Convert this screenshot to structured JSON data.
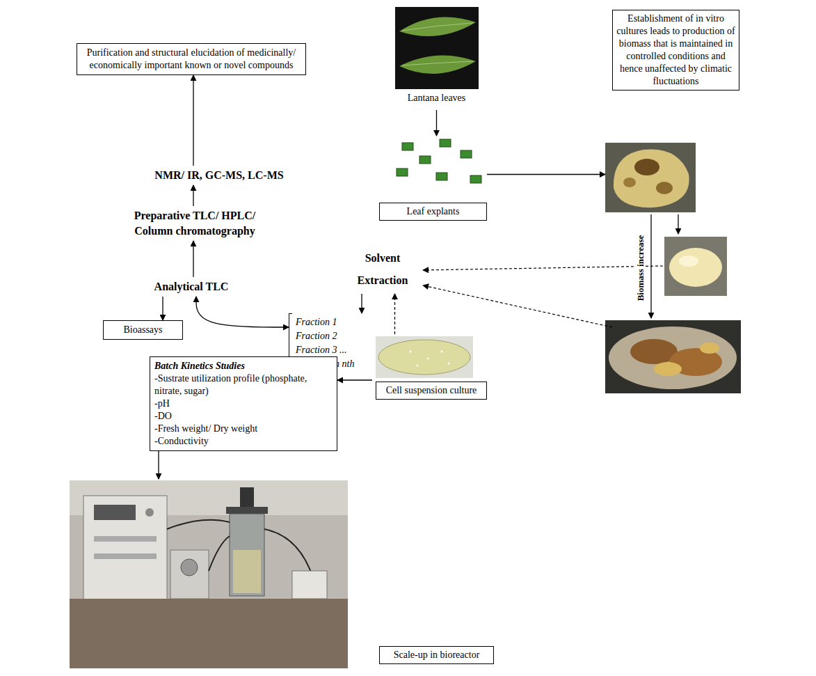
{
  "diagram": {
    "nodes": [
      {
        "text": [
          "Purification and structural elucidation of medicinally/ economically important known or novel compounds"
        ]
      },
      {
        "text": [
          "Lantana leaves"
        ]
      },
      {
        "text": [
          "Establishment of in vitro cultures leads to production of biomass that is maintained in controlled conditions and hence unaffected by climatic fluctuations"
        ]
      },
      {
        "text": [
          "NMR/ IR, GC-MS, LC-MS"
        ]
      },
      {
        "text": [
          "Leaf explants"
        ]
      },
      {
        "text": [
          "Preparative TLC/ HPLC/ Column chromatography"
        ]
      },
      {
        "text": [
          "Solvent Extraction"
        ]
      },
      {
        "text": [
          "Analytical TLC"
        ]
      },
      {
        "text": [
          "Bioassays"
        ]
      },
      {
        "text": [
          "Fraction 1",
          "Fraction 2",
          "Fraction 3 ...",
          "... Fraction nth"
        ]
      },
      {
        "text": [
          "Batch Kinetics Studies",
          "-Sustrate utilization profile (phosphate, nitrate, sugar)",
          "-pH",
          "-DO",
          "-Fresh weight/ Dry weight",
          "-Conductivity"
        ]
      },
      {
        "text": [
          "Cell suspension culture"
        ]
      },
      {
        "text": [
          "Scale-up in bioreactor"
        ]
      }
    ],
    "edges": [
      {
        "from": 1,
        "to": 4,
        "arrow": "to"
      },
      {
        "from": 4,
        "to": 2,
        "arrow": "to"
      },
      {
        "from": 7,
        "to": 5,
        "arrow": "to"
      },
      {
        "from": 5,
        "to": 3,
        "arrow": "to"
      },
      {
        "from": 3,
        "to": 0,
        "arrow": "to"
      },
      {
        "from": 6,
        "to": 9,
        "arrow": "to"
      },
      {
        "from": 9,
        "to": 7,
        "arrow": "both"
      },
      {
        "from": 7,
        "to": 8,
        "arrow": "to"
      },
      {
        "from": 11,
        "to": 10,
        "arrow": "to"
      },
      {
        "from": 11,
        "to": 6,
        "arrow": "to"
      },
      {
        "from": 10,
        "to": 12,
        "arrow": "to"
      }
    ],
    "labels": [
      "Biomass increase"
    ]
  }
}
